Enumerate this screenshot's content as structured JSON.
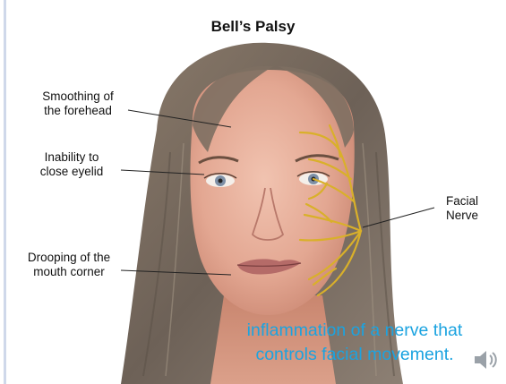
{
  "slide": {
    "title": "Bell’s Palsy",
    "labels": {
      "forehead": [
        "Smoothing of",
        "the forehead"
      ],
      "eyelid": [
        "Inability to",
        "close eyelid"
      ],
      "mouth": [
        "Drooping of the",
        "mouth corner"
      ],
      "nerve": [
        "Facial",
        "Nerve"
      ]
    },
    "caption": [
      "inflammation of a nerve that",
      "controls facial movement."
    ],
    "speaker_icon": "speaker-icon"
  },
  "colors": {
    "caption": "#1ba3e0",
    "nerve": "#d9b02a"
  }
}
